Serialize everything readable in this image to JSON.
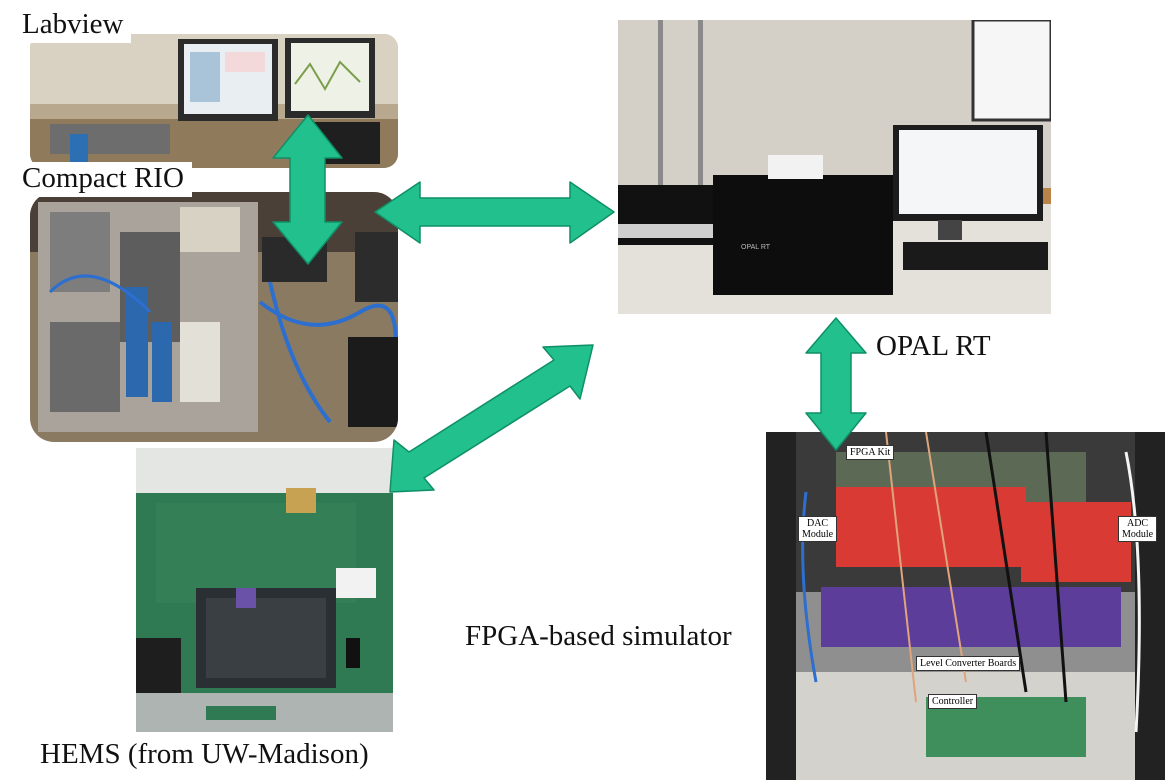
{
  "labels": {
    "labview": "Labview",
    "compact_rio": "Compact RIO",
    "opal_rt": "OPAL RT",
    "fpga_simulator": "FPGA-based simulator",
    "hems": "HEMS (from UW-Madison)"
  },
  "fpga_tags": {
    "fpga_kit": "FPGA Kit",
    "dac_module": "DAC\nModule",
    "adc_module": "ADC\nModule",
    "level_converter": "Level Converter Boards",
    "controller": "Controller"
  },
  "opal_box_text": "OPAL RT",
  "colors": {
    "arrow": "#21c08c",
    "arrow_stroke": "#0f8f66"
  },
  "icons": [
    "double-arrow-icon"
  ]
}
